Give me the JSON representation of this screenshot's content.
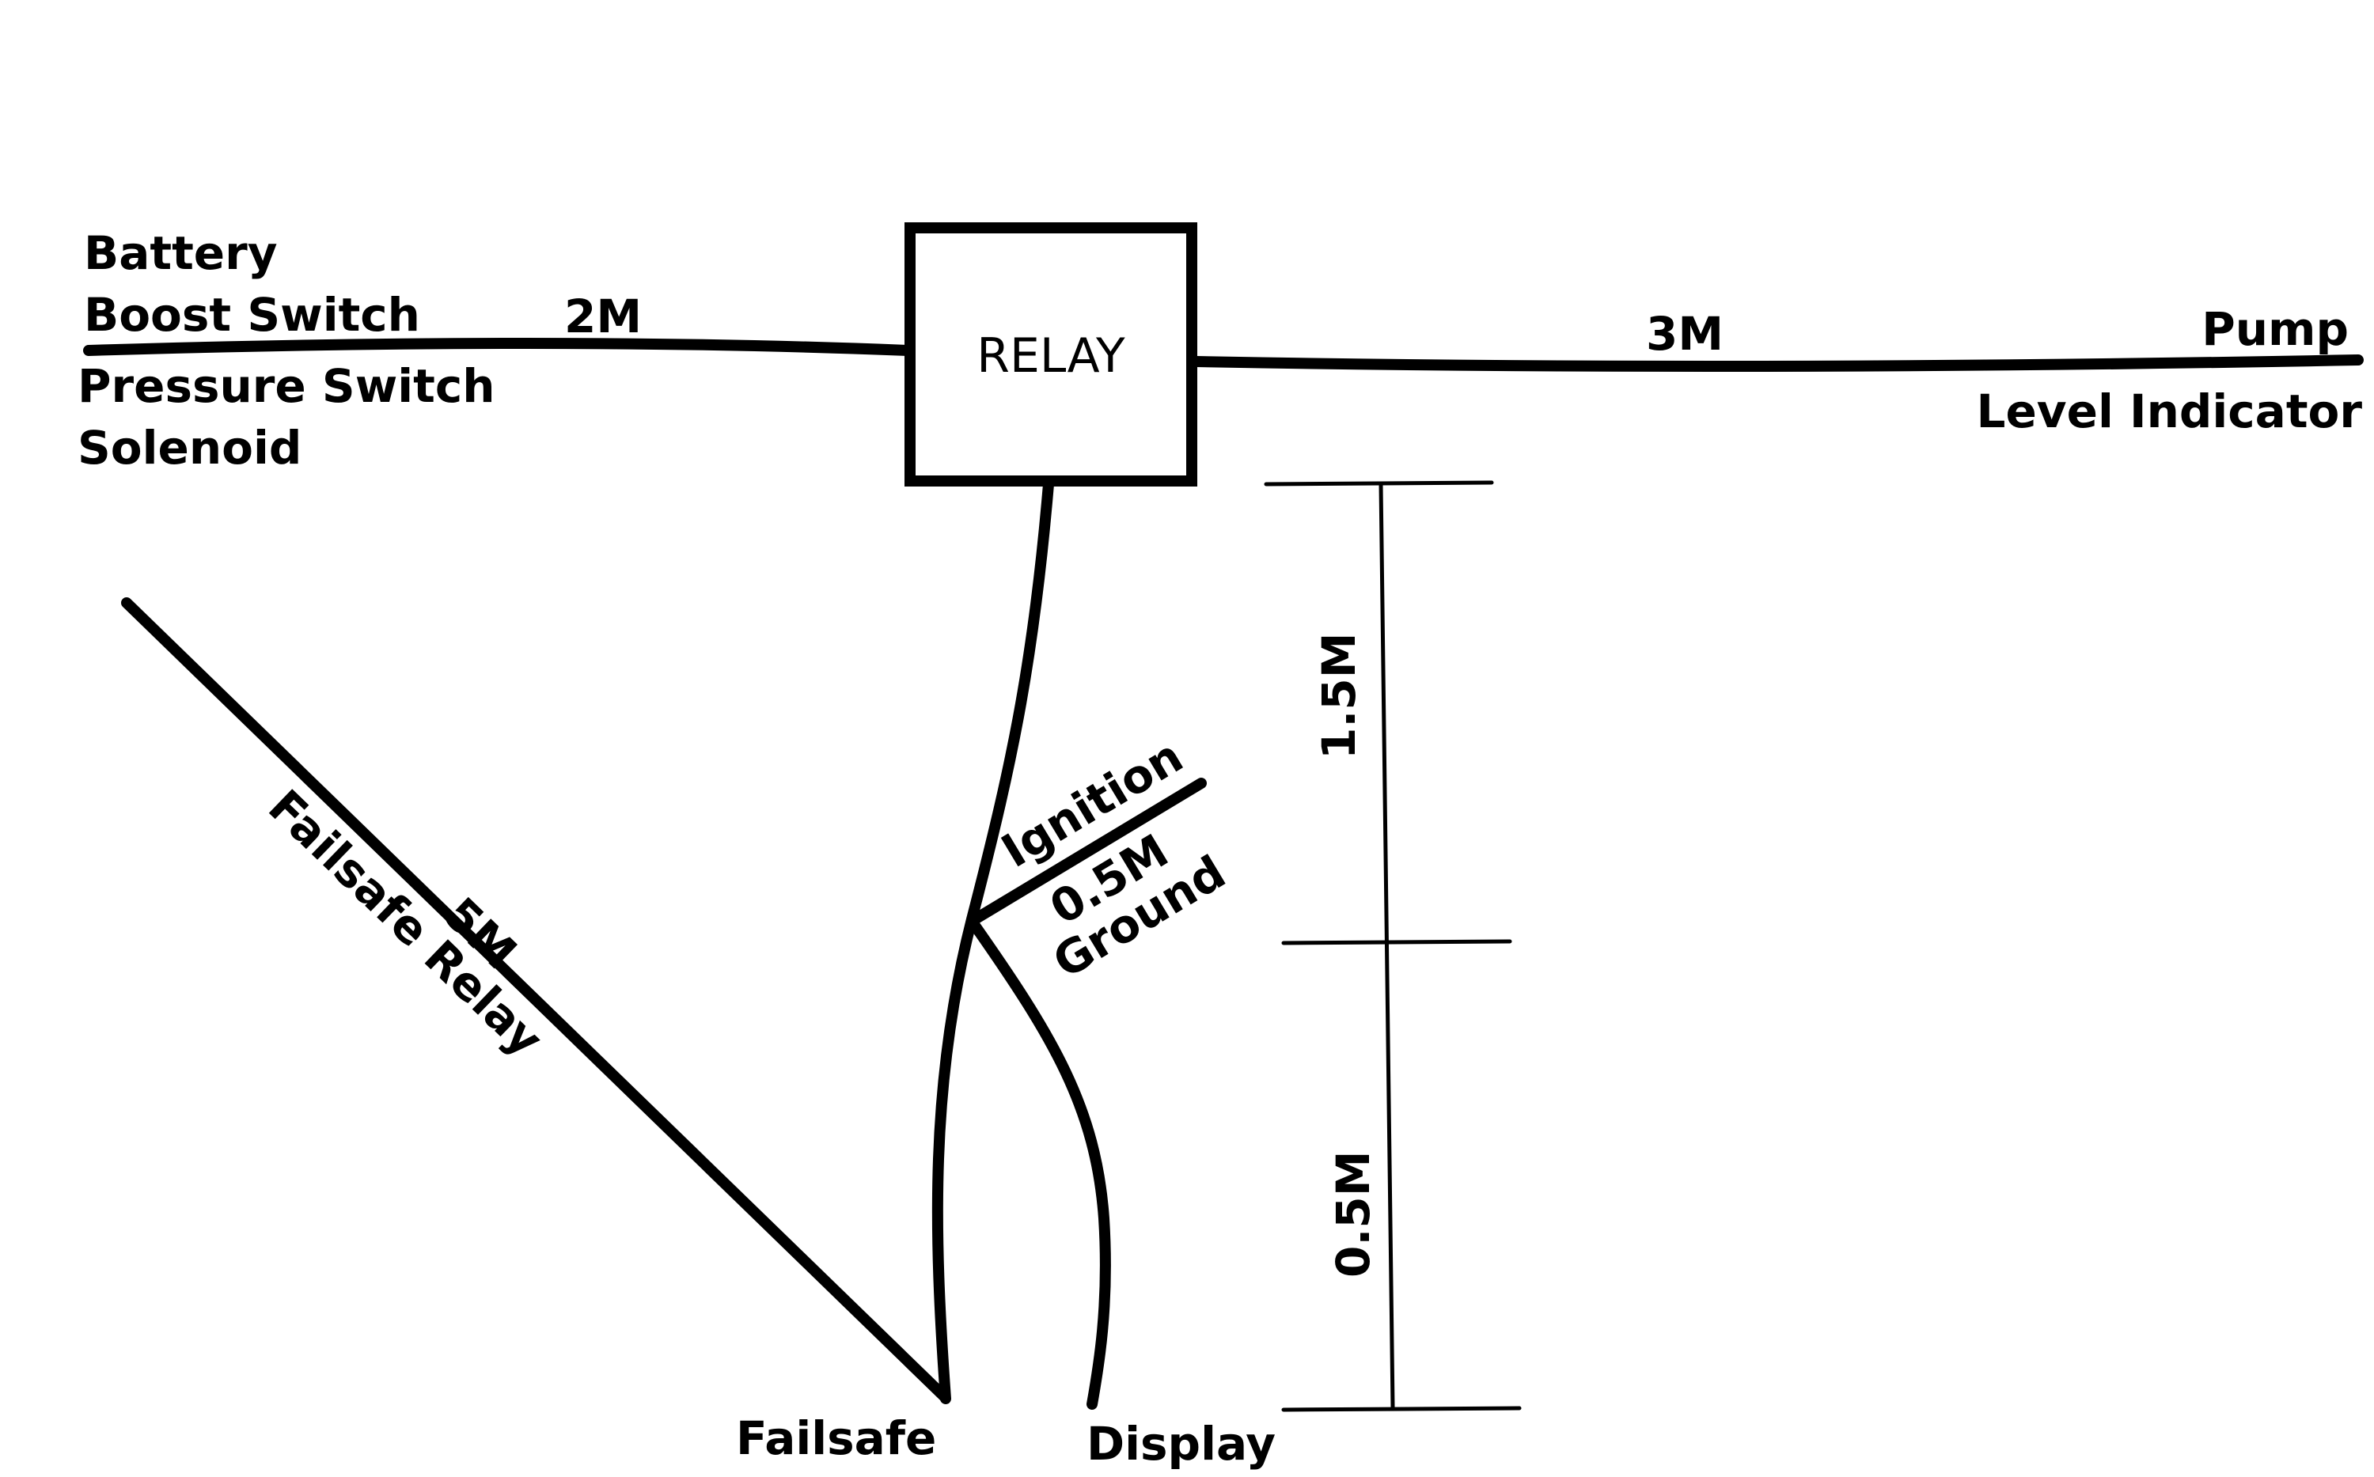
{
  "relay": {
    "label": "RELAY"
  },
  "left_wire": {
    "length": "2M",
    "labels": [
      "Battery",
      "Boost Switch",
      "Pressure Switch",
      "Solenoid"
    ]
  },
  "right_wire": {
    "length": "3M",
    "labels": [
      "Pump",
      "Level Indicator"
    ]
  },
  "diagonal_wire": {
    "length": "5M",
    "label": "Failsafe Relay"
  },
  "branch_wire": {
    "top_label": "Ignition",
    "length": "0.5M",
    "bottom_label": "Ground"
  },
  "bottom_ends": {
    "left": "Failsafe",
    "right": "Display"
  },
  "dimension": {
    "upper": "1.5M",
    "lower": "0.5M"
  }
}
